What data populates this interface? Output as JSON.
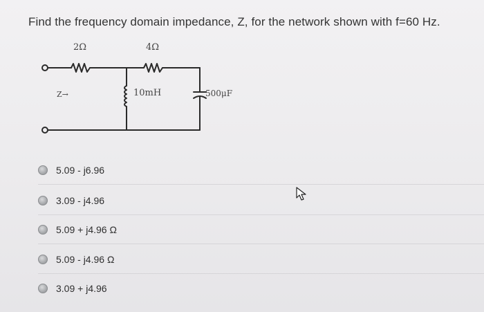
{
  "question": {
    "text": "Find the frequency domain impedance, Z, for the network shown with f=60 Hz."
  },
  "circuit": {
    "r1_label": "2Ω",
    "r2_label": "4Ω",
    "inductor_label": "10mH",
    "capacitor_label": "500μF",
    "z_label": "Z→"
  },
  "options": [
    {
      "label": "5.09 - j6.96"
    },
    {
      "label": "3.09 - j4.96"
    },
    {
      "label": "5.09 + j4.96 Ω"
    },
    {
      "label": "5.09 - j4.96 Ω"
    },
    {
      "label": "3.09 + j4.96"
    }
  ],
  "icons": {
    "radio": "radio-unselected-icon",
    "cursor": "mouse-pointer-icon"
  },
  "colors": {
    "background": "#efeef0",
    "wire": "#2a2a2a",
    "radio": "#a9abae"
  }
}
